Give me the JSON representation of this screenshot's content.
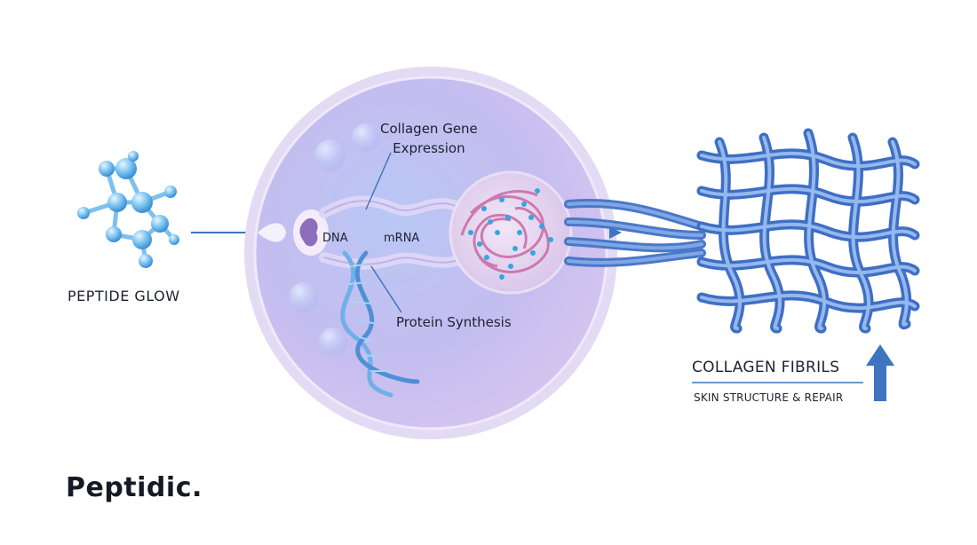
{
  "labels": {
    "peptide": "PEPTIDE GLOW",
    "gene_line1": "Collagen Gene",
    "gene_line2": "Expression",
    "dna": "DNA",
    "mrna": "mRNA",
    "protein": "Protein Synthesis",
    "fibrils": "COLLAGEN FIBRILS",
    "fibrils_sub": "SKIN STRUCTURE & REPAIR"
  },
  "brand": "Peptidic.",
  "colors": {
    "arrow": "#3f74c0",
    "cell_outer": "#d9d4f2",
    "cell_inner": "#b8c2f0",
    "nucleus": "#c98fc0",
    "fibril": "#5b86d0",
    "molecule": "#6fb6ec",
    "text": "#1d2230"
  }
}
